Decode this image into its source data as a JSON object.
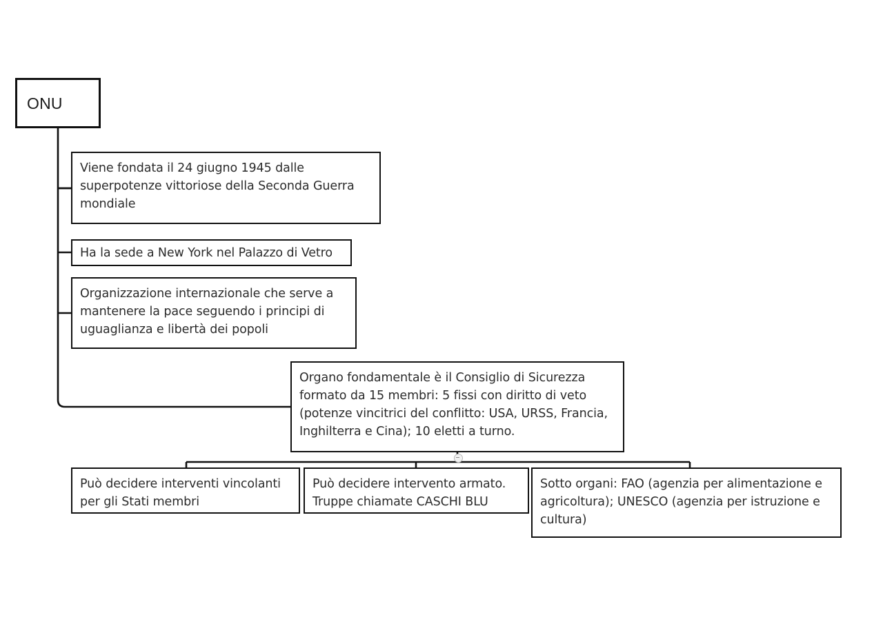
{
  "diagram": {
    "title": "ONU",
    "root": {
      "label": "ONU"
    },
    "branches": [
      {
        "id": "fondazione",
        "label": "Viene fondata il 24 giugno 1945 dalle superpotenze vittoriose della Seconda Guerra mondiale"
      },
      {
        "id": "sede",
        "label": "Ha la sede a New York nel Palazzo di Vetro"
      },
      {
        "id": "scopo",
        "label": "Organizzazione internazionale che serve a mantenere la pace seguendo i principi di uguaglianza e libertà dei popoli"
      },
      {
        "id": "consiglio-sicurezza",
        "label": "Organo fondamentale è il Consiglio di Sicurezza formato da 15 membri: 5 fissi con diritto di veto (potenze vincitrici del conflitto: USA, URSS, Francia, Inghilterra e Cina); 10 eletti a turno."
      }
    ],
    "consiglio_children": [
      {
        "id": "interventi-vincolanti",
        "label": "Può decidere interventi vincolanti per gli Stati membri"
      },
      {
        "id": "intervento-armato",
        "label": "Può decidere intervento armato. Truppe chiamate CASCHI BLU"
      },
      {
        "id": "sotto-organi",
        "label": "Sotto organi: FAO (agenzia per alimentazione e agricoltura); UNESCO (agenzia per istruzione e cultura)"
      }
    ],
    "colors": {
      "border": "#101010",
      "text": "#2b2b2b",
      "background": "#ffffff",
      "handle": "#b9b9b9"
    }
  }
}
